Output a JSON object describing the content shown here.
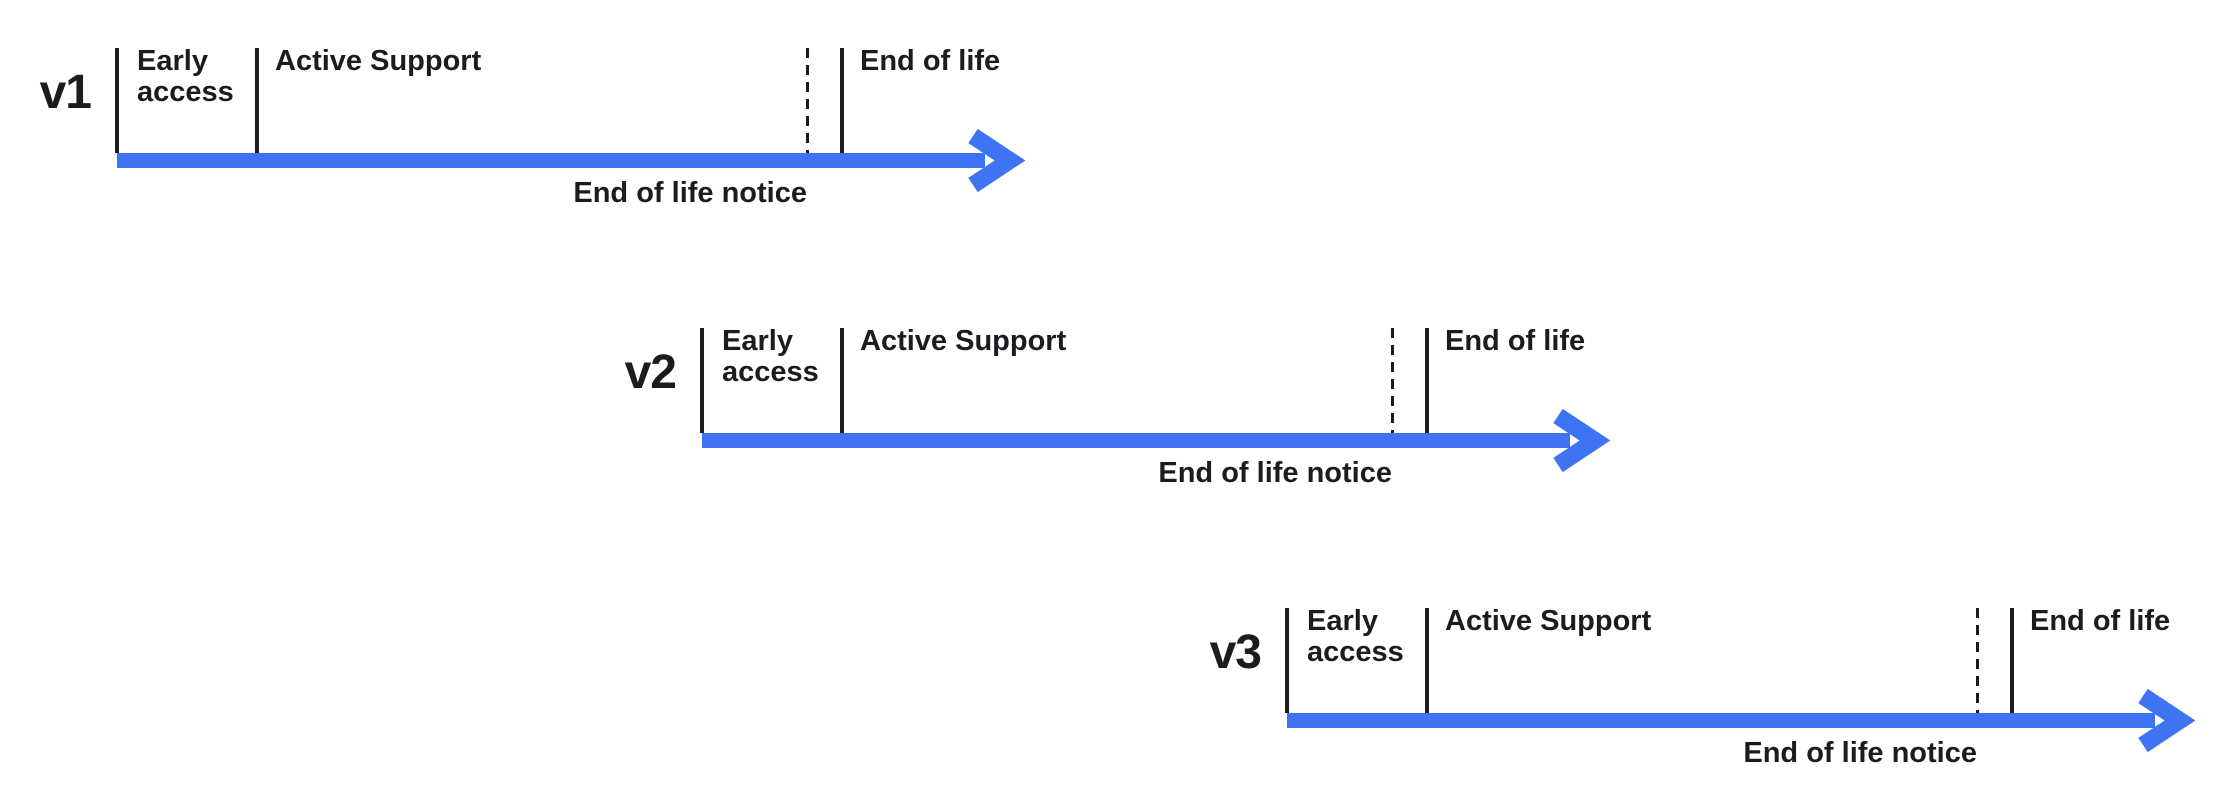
{
  "diagram": {
    "type": "version-lifecycle-timeline",
    "colors": {
      "arrow_blue": "#3E73F4",
      "ink": "#1A1C20"
    },
    "timelines": [
      {
        "version": "v1",
        "early_access": "Early access",
        "active_support": "Active Support",
        "end_of_life": "End of life",
        "end_of_life_notice": "End of life notice"
      },
      {
        "version": "v2",
        "early_access": "Early access",
        "active_support": "Active Support",
        "end_of_life": "End of life",
        "end_of_life_notice": "End of life notice"
      },
      {
        "version": "v3",
        "early_access": "Early access",
        "active_support": "Active Support",
        "end_of_life": "End of life",
        "end_of_life_notice": "End of life notice"
      }
    ]
  }
}
